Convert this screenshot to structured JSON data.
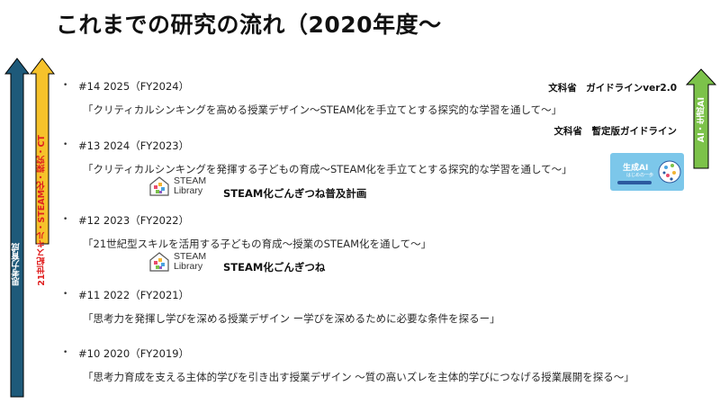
{
  "title": "これまでの研究の流れ（2020年度〜",
  "arrows": {
    "shikou": {
      "label": "思考力育成",
      "color": "#1e5a7a"
    },
    "steam": {
      "label": "21世紀スキル・STEAM化・探究・CT",
      "color": "#f6c22b"
    },
    "ai": {
      "label": "AI・生成AI",
      "color": "#7cc24a"
    }
  },
  "notes": {
    "guideline": "文科省　ガイドラインver2.0",
    "provisional": "文科省　暫定版ガイドライン"
  },
  "entries": [
    {
      "year": "#14 2025（FY2024）",
      "theme": "「クリティカルシンキングを高める授業デザイン〜STEAM化を手立てとする探究的な学習を通して〜」"
    },
    {
      "year": "#13 2024（FY2023）",
      "theme": "「クリティカルシンキングを発揮する子どもの育成〜STEAM化を手立てとする探究的な学習を通して〜」"
    },
    {
      "year": "#12 2023（FY2022）",
      "theme": "「21世紀型スキルを活用する子どもの育成〜授業のSTEAM化を通して〜」"
    },
    {
      "year": "#11 2022（FY2021）",
      "theme": "「思考力を発揮し学びを深める授業デザイン ー学びを深めるために必要な条件を探るー」"
    },
    {
      "year": "#10 2020（FY2019）",
      "theme": "「思考力育成を支える主体的学びを引き出す授業デザイン 〜質の高いズレを主体的学びにつなげる授業展開を探る〜」"
    }
  ],
  "library": {
    "logo_text_1": "STEAM",
    "logo_text_2": "Library",
    "plan_2024": "STEAM化ごんぎつね普及計画",
    "plan_2023": "STEAM化ごんぎつね"
  },
  "genai_card": {
    "title": "生成AI",
    "subtitle": "はじめの一歩"
  },
  "bullet": "•"
}
